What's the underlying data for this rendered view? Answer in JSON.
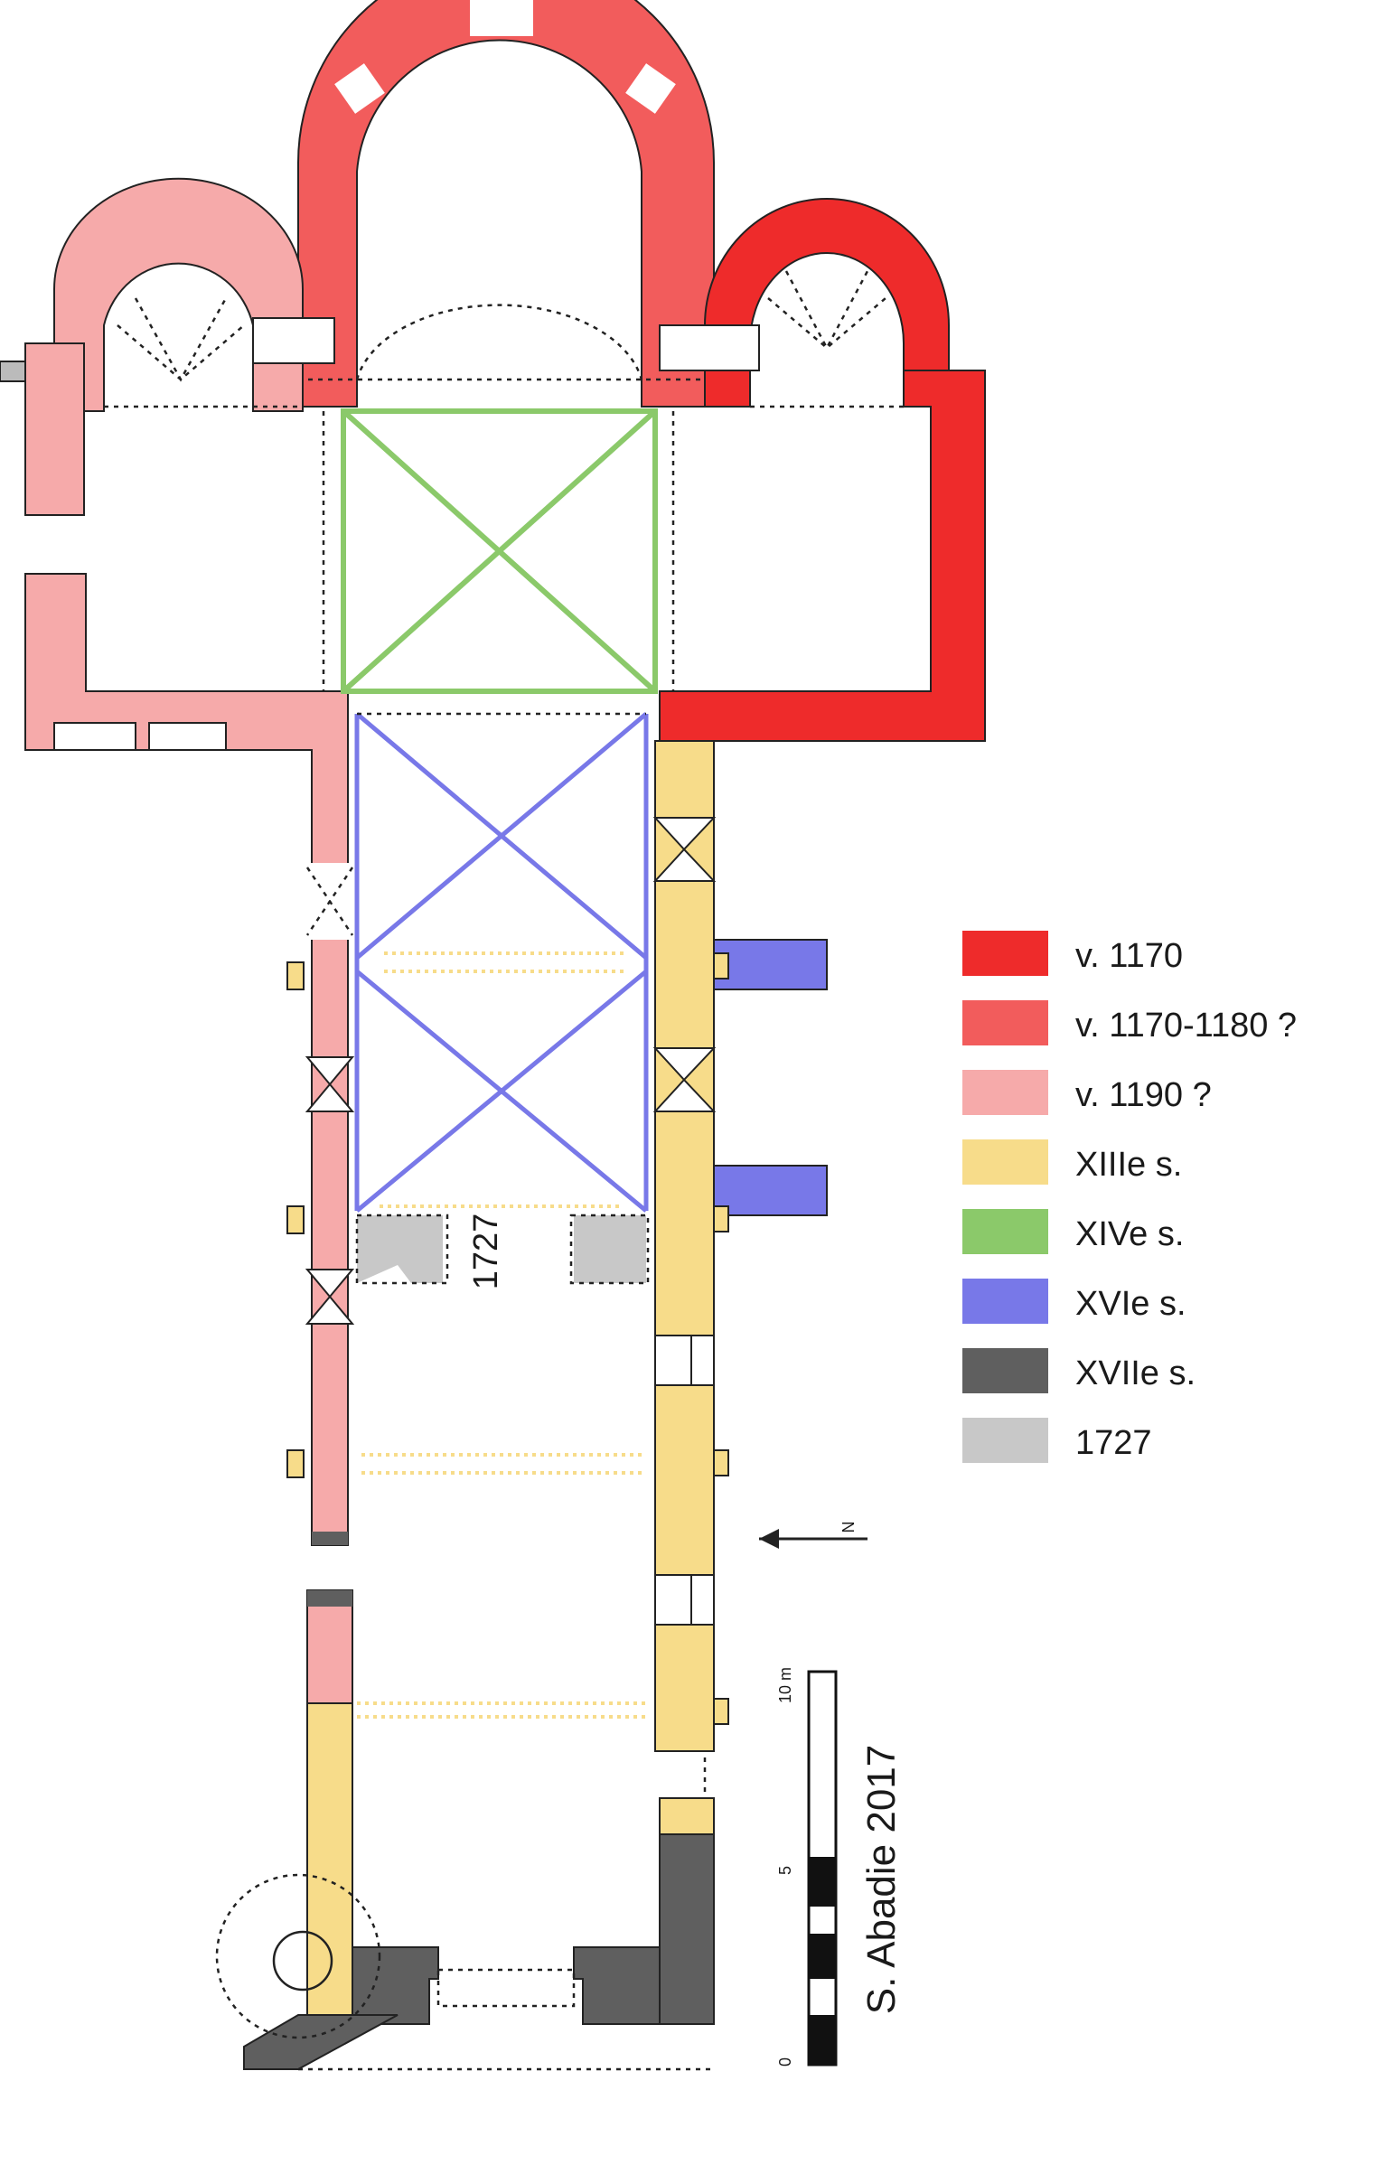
{
  "periods": {
    "c1170": {
      "label": "v. 1170",
      "color": "#ee2b2b"
    },
    "c1170_80": {
      "label": "v. 1170-1180 ?",
      "color": "#f25c5c"
    },
    "c1190": {
      "label": "v. 1190 ?",
      "color": "#f6aaaa"
    },
    "xiii": {
      "label": "XIIIe s.",
      "color": "#f7dc8a"
    },
    "xiv": {
      "label": "XIVe s.",
      "color": "#8bc96a"
    },
    "xvi": {
      "label": "XVIe s.",
      "color": "#7878e8"
    },
    "xvii": {
      "label": "XVIIe s.",
      "color": "#5f5f5f"
    },
    "y1727": {
      "label": "1727",
      "color": "#c8c8c8"
    }
  },
  "legend_order": [
    "c1170",
    "c1170_80",
    "c1190",
    "xiii",
    "xiv",
    "xvi",
    "xvii",
    "y1727"
  ],
  "plan_annotation": "1727",
  "credit": "S. Abadie 2017",
  "north_label": "N",
  "scale": {
    "unit_label": "10 m",
    "tick_5": "5",
    "tick_0": "0"
  }
}
